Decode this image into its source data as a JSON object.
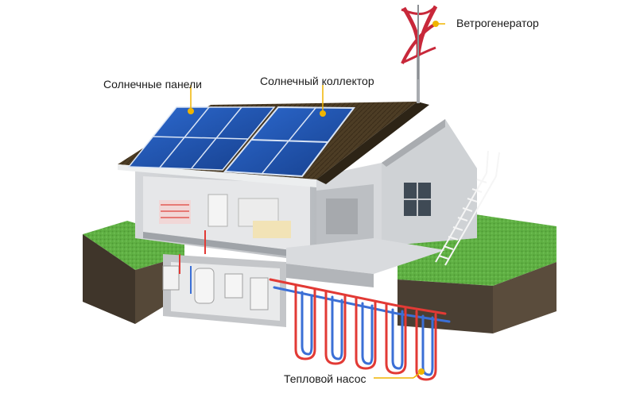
{
  "labels": {
    "wind": "Ветрогенератор",
    "solar_panels": "Солнечные панели",
    "solar_collector": "Солнечный коллектор",
    "heat_pump": "Тепловой насос"
  },
  "colors": {
    "callout_dot": "#f0b400",
    "pipe_hot": "#e23a35",
    "pipe_cold": "#3b6fd6",
    "grass": "#5fb043",
    "soil": "#4a3f33",
    "panel": "#1f55b3",
    "roof": "#4a3a22",
    "wall": "#c9cccf",
    "turbine": "#c8283a"
  }
}
